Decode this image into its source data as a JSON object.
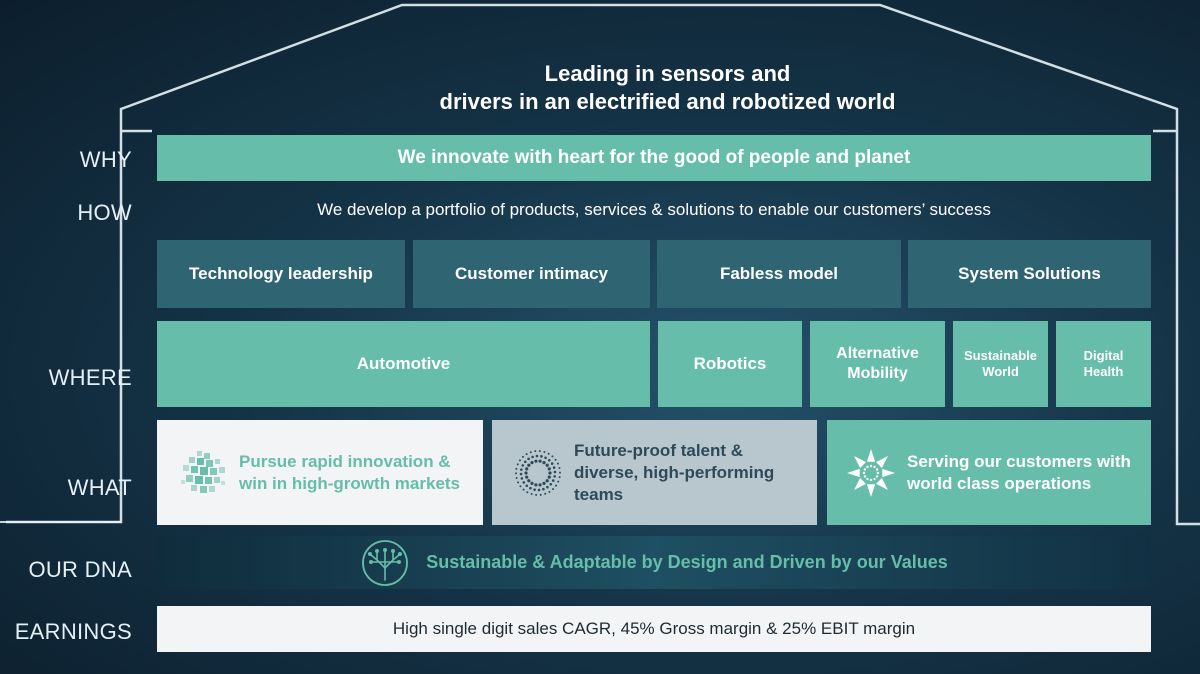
{
  "header": {
    "title_line1": "Leading in sensors and",
    "title_line2": "drivers in an electrified and robotized world"
  },
  "row_labels": {
    "why": "WHY",
    "how": "HOW",
    "where": "WHERE",
    "what": "WHAT",
    "dna": "OUR DNA",
    "earnings": "EARNINGS"
  },
  "why": {
    "text": "We innovate with heart for the good of people and planet"
  },
  "how": {
    "text": "We develop a portfolio of products, services & solutions to enable our customers’ success"
  },
  "pillars": [
    {
      "label": "Technology leadership"
    },
    {
      "label": "Customer intimacy"
    },
    {
      "label": "Fabless model"
    },
    {
      "label": "System Solutions"
    }
  ],
  "markets": [
    {
      "label": "Automotive"
    },
    {
      "label": "Robotics"
    },
    {
      "label_line1": "Alternative",
      "label_line2": "Mobility"
    },
    {
      "label_line1": "Sustainable",
      "label_line2": "World"
    },
    {
      "label_line1": "Digital",
      "label_line2": "Health"
    }
  ],
  "what": [
    {
      "line1": "Pursue rapid innovation &",
      "line2": "win in high-growth markets",
      "icon": "pixel-cluster-icon"
    },
    {
      "line1": "Future-proof talent &",
      "line2": "diverse, high-performing",
      "line3": "teams",
      "icon": "dotted-ring-icon"
    },
    {
      "line1": "Serving our customers with",
      "line2": "world class operations",
      "icon": "starburst-arrows-icon"
    }
  ],
  "dna": {
    "text": "Sustainable & Adaptable by Design and Driven by our Values",
    "icon": "tree-circuit-icon"
  },
  "earnings": {
    "text": "High single digit sales CAGR, 45% Gross margin & 25% EBIT margin"
  },
  "colors": {
    "teal": "#66bda9",
    "pillar": "#2f6473",
    "light_card": "#f3f4f5",
    "grey_card": "#b8c7ce",
    "dna_text": "#66bda9"
  }
}
